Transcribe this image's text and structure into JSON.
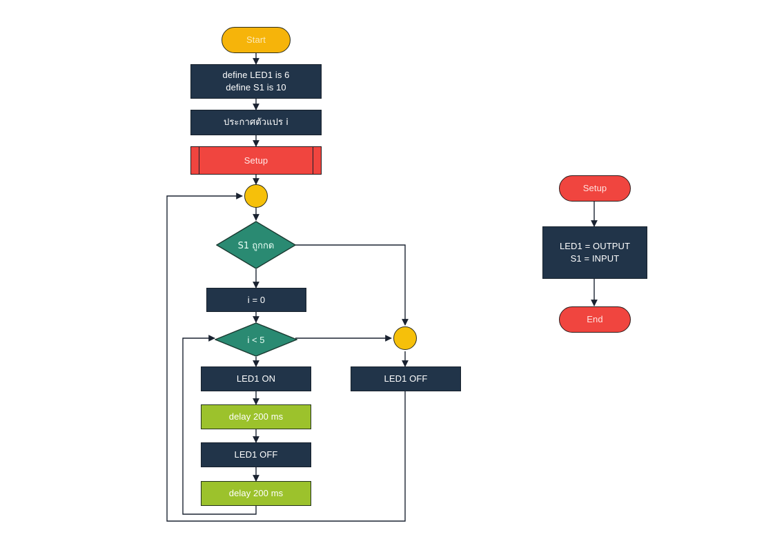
{
  "diagram": {
    "title": "LED blink flowchart with button input",
    "background": "#ffffff",
    "colors": {
      "process": "#213449",
      "delay_green": "#9cc22c",
      "decision_teal": "#2a8a72",
      "terminator_amber": "#f6b40a",
      "terminator_red": "#f0453f",
      "connector_yellow": "#f6c00a",
      "line": "#1a2230"
    }
  },
  "main_flow": {
    "start": "Start",
    "define_block": "define LED1 is 6\ndefine S1 is 10",
    "declare_var": "ประกาศตัวแปร i",
    "setup_call": "Setup",
    "decision_button": "S1 ถูกกด",
    "init_i": "i = 0",
    "decision_loop": "i < 5",
    "led_on": "LED1 ON",
    "delay_1": "delay 200 ms",
    "led_off_inner": "LED1 OFF",
    "delay_2": "delay 200 ms",
    "led_off_branch": "LED1 OFF"
  },
  "setup_flow": {
    "start": "Setup",
    "body": "LED1 = OUTPUT\nS1 = INPUT",
    "end": "End"
  }
}
